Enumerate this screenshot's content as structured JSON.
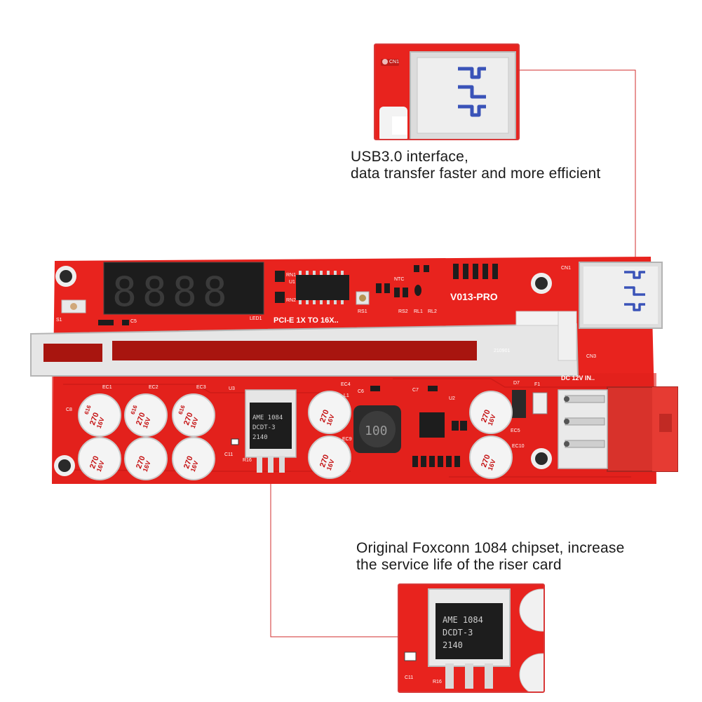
{
  "colors": {
    "pcb": "#e8231e",
    "pcb_dark": "#c51a16",
    "callout_line": "#d22c2c",
    "text": "#1a1a1a"
  },
  "captions": {
    "usb": {
      "line1": "USB3.0 interface,",
      "line2": "data transfer faster and more efficient"
    },
    "chip": {
      "line1": "Original Foxconn 1084 chipset, increase",
      "line2": "the service life of the riser card"
    }
  },
  "board": {
    "model": "V013-PRO",
    "pcie_label": "PCI-E 1X TO 16X..",
    "power_label": "DC 12V IN..",
    "display_digits": "8888",
    "connector_label": "CN1",
    "inductor_label": "100",
    "serial_fragment": "210901",
    "chip": {
      "line1": "AME 1084",
      "line2": "DCDT-3",
      "line3": "2140"
    },
    "capacitor": {
      "line1": "616",
      "line2": "270",
      "line3": "16V"
    },
    "silkscreen": {
      "s1": "S1",
      "c5": "C5",
      "led1": "LED1",
      "rn1": "RN1",
      "rn2": "RN2",
      "u1": "U1",
      "u2": "U2",
      "u3": "U3",
      "rs1": "RS1",
      "rs2": "RS2",
      "ntc": "NTC",
      "rl1": "RL1",
      "rl2": "RL2",
      "cn3": "CN3",
      "d7": "D7",
      "f1": "F1",
      "ec1": "EC1",
      "ec2": "EC2",
      "ec3": "EC3",
      "ec4": "EC4",
      "ec5": "EC5",
      "ec9": "EC9",
      "ec10": "EC10",
      "c6": "C6",
      "c7": "C7",
      "c8": "C8",
      "l1": "L1",
      "r16": "R16",
      "c11": "C11"
    }
  }
}
